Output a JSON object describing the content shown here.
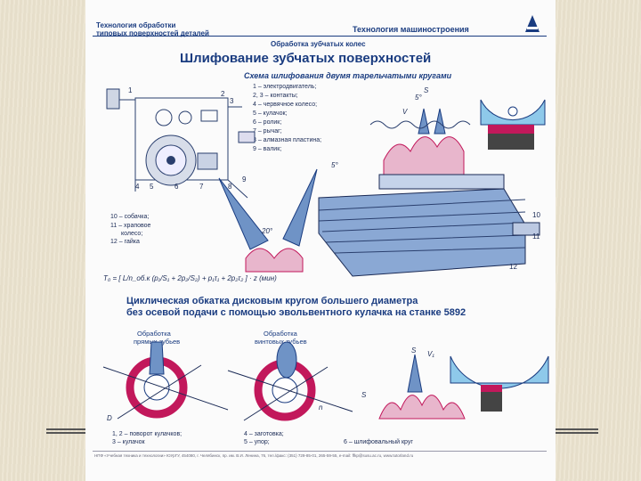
{
  "poster": {
    "header_left_line1": "Технология обработки",
    "header_left_line2": "типовых поверхностей деталей",
    "header_right": "Технология машиностроения",
    "section": "Обработка зубчатых колес",
    "title": "Шлифование зубчатых поверхностей",
    "subtitle": "Схема шлифования двумя тарельчатыми кругами",
    "legend_top": [
      "1 – электродвигатель;",
      "2, 3 – контакты;",
      "4 – червячное колесо;",
      "5 – кулачок;",
      "6 – ролик;",
      "7 – рычаг;",
      "8 – алмазная пластина;",
      "9 – валик;"
    ],
    "legend_left": [
      "10 – собачка;",
      "11 – храповое",
      "колесо;",
      "12 – гайка"
    ],
    "formula": "T₀ = [ L/n_об.к (p₁/S₁ + 2p₂/S₂) + p₁τ₁ + 2p₂τ₂ ] · z (мин)",
    "caption_line1": "Циклическая обкатка дисковым кругом большего диаметра",
    "caption_line2": "без осевой подачи с помощью эвольвентного кулачка на станке 5892",
    "label_straight_1": "Обработка",
    "label_straight_2": "прямых зубьев",
    "label_helical_1": "Обработка",
    "label_helical_2": "винтовых зубьев",
    "legend_bottom_col1": [
      "1, 2 – поворот кулачков;",
      "3 – кулачок"
    ],
    "legend_bottom_col2": [
      "4 – заготовка;",
      "5 – упор;"
    ],
    "legend_bottom_col3": [
      "6 – шлифовальный круг"
    ],
    "footer": "НПФ «Учебная техника и технологии» ЮУрГУ, 454080, г. Челябинск, пр. им. В.И. Ленина, 76, тел./факс: (351) 729-85-01, 265-59-55, e-mail: ffkp@susu.ac.ru, www.tutorland.ru",
    "callout_numbers": [
      "1",
      "2",
      "3",
      "4",
      "5",
      "6",
      "7",
      "8",
      "9",
      "10",
      "11",
      "12"
    ],
    "angle_labels": [
      "5°",
      "5°",
      "20°"
    ],
    "symbol_labels": [
      "S",
      "V",
      "S",
      "V₁",
      "n",
      "D",
      "S"
    ]
  },
  "colors": {
    "accent": "#1a3c80",
    "gear_magenta": "#c2185b",
    "water_blue": "#8ec9ea",
    "machine_blue": "#6f93c6"
  }
}
